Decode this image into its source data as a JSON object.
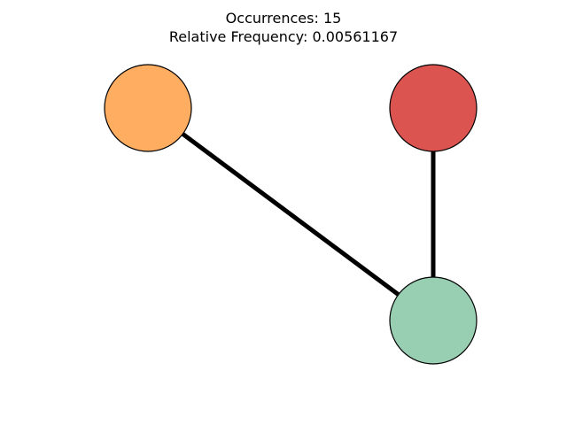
{
  "title": {
    "line1": "Occurrences: 15",
    "line2": "Relative Frequency: 0.00561167"
  },
  "graph": {
    "nodes": [
      {
        "id": "node-orange",
        "color": "#FFAD61"
      },
      {
        "id": "node-red",
        "color": "#DB5450"
      },
      {
        "id": "node-green",
        "color": "#98CFB2"
      }
    ],
    "edges": [
      {
        "from": "node-orange",
        "to": "node-green"
      },
      {
        "from": "node-red",
        "to": "node-green"
      }
    ],
    "node_stroke": "#000000",
    "edge_color": "#000000"
  }
}
